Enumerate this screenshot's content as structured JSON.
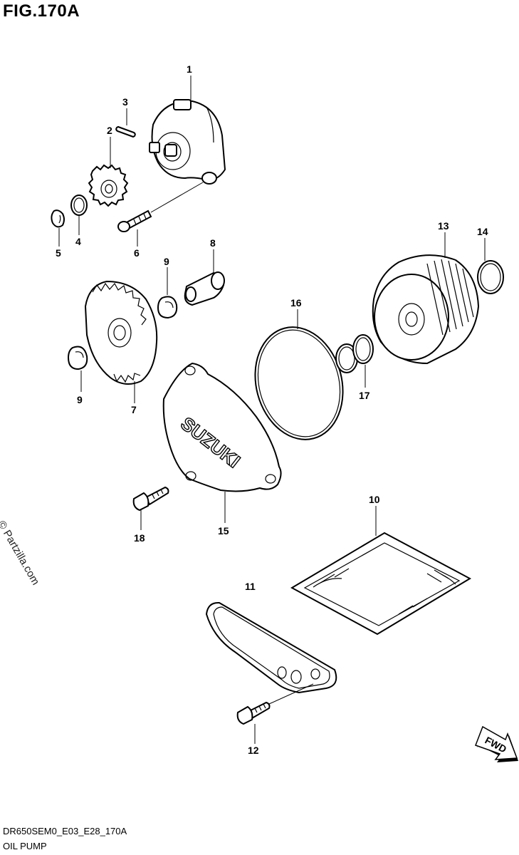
{
  "figure": {
    "title": "FIG.170A",
    "code": "DR650SEM0_E03_E28_170A",
    "caption": "OIL PUMP",
    "watermark": "© Partzilla.com",
    "fwd_label": "FWD"
  },
  "callouts": {
    "n1": "1",
    "n2": "2",
    "n3": "3",
    "n4": "4",
    "n5": "5",
    "n6": "6",
    "n7": "7",
    "n8": "8",
    "n9a": "9",
    "n9b": "9",
    "n10": "10",
    "n11": "11",
    "n12": "12",
    "n13": "13",
    "n14": "14",
    "n15": "15",
    "n16": "16",
    "n17": "17",
    "n18": "18"
  },
  "cover_logo": "SUZUKI"
}
